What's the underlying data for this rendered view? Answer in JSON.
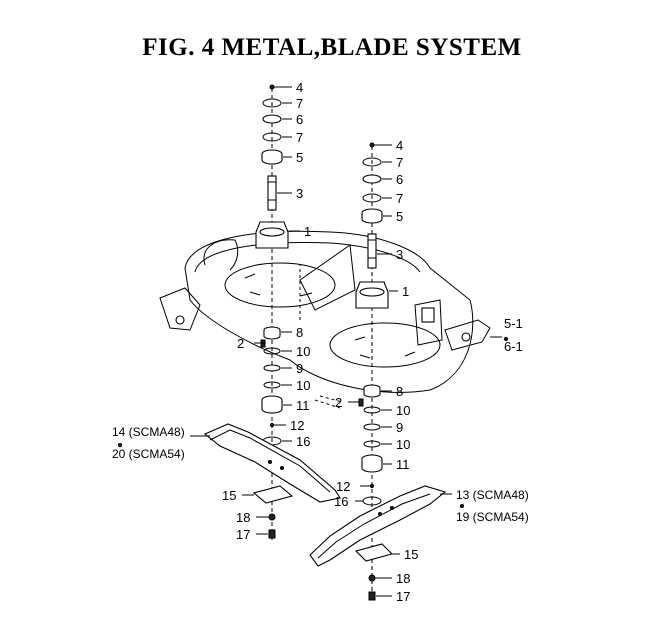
{
  "title": "FIG.  4  METAL,BLADE SYSTEM",
  "callouts": {
    "left": [
      "4",
      "7",
      "6",
      "7",
      "5",
      "3",
      "1",
      "8",
      "2",
      "10",
      "9",
      "10",
      "11",
      "12",
      "16",
      "15",
      "18",
      "17"
    ],
    "right": [
      "4",
      "7",
      "6",
      "7",
      "5",
      "3",
      "1",
      "8",
      "2",
      "10",
      "9",
      "10",
      "11",
      "12",
      "16",
      "15",
      "18",
      "17"
    ],
    "bracket": [
      "5-1",
      "6-1"
    ],
    "blade_left": [
      "14 (SCMA48)",
      "20 (SCMA54)"
    ],
    "blade_right": [
      "13 (SCMA48)",
      "19 (SCMA54)"
    ]
  }
}
